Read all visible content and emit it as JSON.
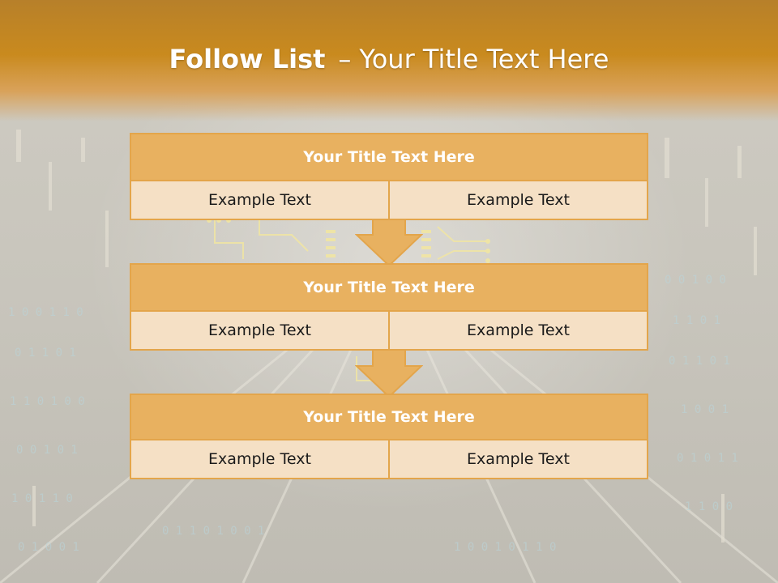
{
  "slide": {
    "title_bold": "Follow List",
    "title_dash": "–",
    "title_rest": "Your Title Text Here"
  },
  "blocks": [
    {
      "title": "Your Title Text Here",
      "left": "Example Text",
      "right": "Example Text"
    },
    {
      "title": "Your Title Text Here",
      "left": "Example Text",
      "right": "Example Text"
    },
    {
      "title": "Your Title Text Here",
      "left": "Example Text",
      "right": "Example Text"
    }
  ],
  "colors": {
    "header": "#c98a1e",
    "block_title_fill": "#e8b160",
    "block_border": "#e3a54b",
    "cell_fill": "#f5e0c5"
  }
}
